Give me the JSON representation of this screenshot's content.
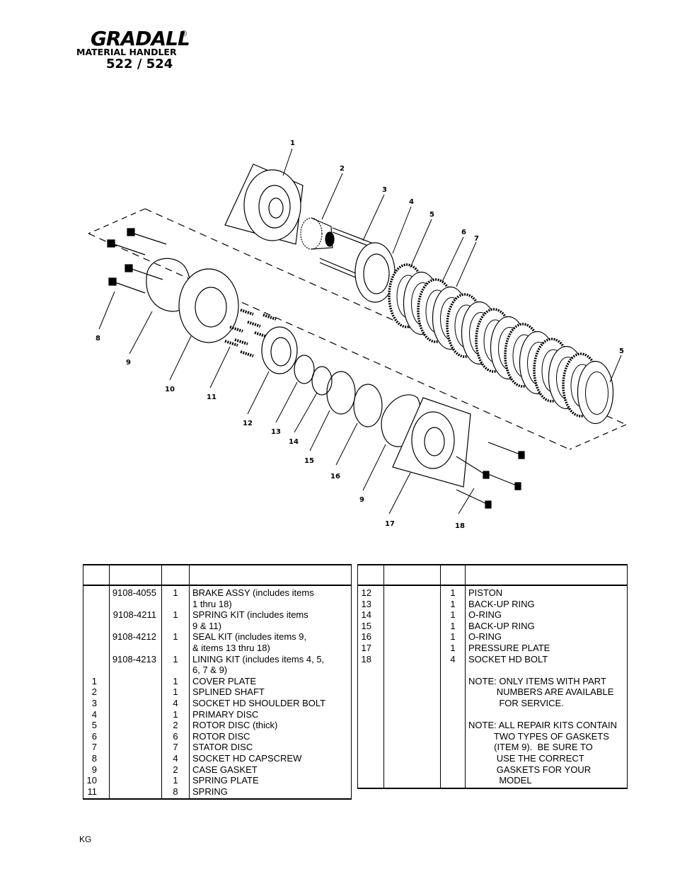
{
  "header": {
    "brand": "GRADALL",
    "registered": "®",
    "subtitle": "MATERIAL HANDLER",
    "model": "522 / 524"
  },
  "diagram": {
    "callouts": [
      "1",
      "2",
      "3",
      "4",
      "5",
      "6",
      "7",
      "8",
      "9",
      "10",
      "11",
      "12",
      "13",
      "14",
      "15",
      "16",
      "9",
      "17",
      "18",
      "5"
    ]
  },
  "left_table": {
    "item_lines": [
      "",
      "",
      "",
      "",
      "",
      "",
      "",
      "",
      "1",
      "2",
      "3",
      "4",
      "5",
      "6",
      "7",
      "8",
      "9",
      "10",
      "11"
    ],
    "part_lines": [
      "9108-4055",
      "",
      "9108-4211",
      "",
      "9108-4212",
      "",
      "9108-4213",
      "",
      "",
      "",
      "",
      "",
      "",
      "",
      "",
      "",
      "",
      "",
      ""
    ],
    "qty_lines": [
      "1",
      "",
      "1",
      "",
      "1",
      "",
      "1",
      "",
      "1",
      "1",
      "4",
      "1",
      "2",
      "6",
      "7",
      "4",
      "2",
      "1",
      "8"
    ],
    "desc_lines": [
      "BRAKE ASSY (includes items",
      "1 thru 18)",
      "SPRING KIT (includes items",
      "9 & 11)",
      "SEAL KIT (includes items 9,",
      "& items 13 thru 18)",
      "LINING KIT (includes items 4, 5,",
      "6, 7 & 9)",
      "COVER PLATE",
      "SPLINED SHAFT",
      "SOCKET HD SHOULDER BOLT",
      "PRIMARY DISC",
      "ROTOR DISC (thick)",
      "ROTOR DISC",
      "STATOR DISC",
      "SOCKET HD CAPSCREW",
      "CASE GASKET",
      "SPRING PLATE",
      "SPRING"
    ]
  },
  "right_table": {
    "item_lines": [
      "12",
      "13",
      "14",
      "15",
      "16",
      "17",
      "18"
    ],
    "qty_lines": [
      "1",
      "1",
      "1",
      "1",
      "1",
      "1",
      "4"
    ],
    "desc_lines": [
      "PISTON",
      "BACK-UP RING",
      "O-RING",
      "BACK-UP RING",
      "O-RING",
      "PRESSURE PLATE",
      "SOCKET HD BOLT",
      "",
      "NOTE: ONLY ITEMS WITH PART",
      "           NUMBERS ARE AVAILABLE",
      "            FOR SERVICE.",
      "",
      "NOTE: ALL REPAIR KITS CONTAIN",
      "          TWO TYPES OF GASKETS",
      "          (ITEM 9).  BE SURE TO",
      "           USE THE CORRECT",
      "           GASKETS FOR YOUR",
      "            MODEL"
    ]
  },
  "footer": {
    "code": "KG"
  }
}
